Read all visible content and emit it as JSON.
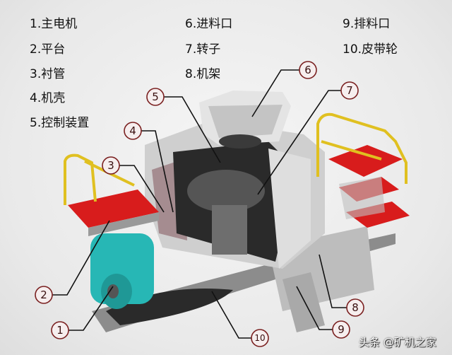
{
  "legend": {
    "items": [
      {
        "num": "1",
        "label": "1.主电机"
      },
      {
        "num": "2",
        "label": "2.平台"
      },
      {
        "num": "3",
        "label": "3.衬管"
      },
      {
        "num": "4",
        "label": "4.机壳"
      },
      {
        "num": "5",
        "label": "5.控制装置"
      },
      {
        "num": "6",
        "label": "6.进料口"
      },
      {
        "num": "7",
        "label": "7.转子"
      },
      {
        "num": "8",
        "label": "8.机架"
      },
      {
        "num": "9",
        "label": "9.排料口"
      },
      {
        "num": "10",
        "label": "10.皮带轮"
      }
    ]
  },
  "callouts": [
    "1",
    "2",
    "3",
    "4",
    "5",
    "6",
    "7",
    "8",
    "9",
    "10"
  ],
  "watermark": "头条 @矿机之家",
  "colors": {
    "platform": "#d81c1c",
    "motor": "#27b7b5",
    "rail": "#e0c020",
    "body": "#c9c9c9",
    "callout_ring": "#7a2020"
  }
}
